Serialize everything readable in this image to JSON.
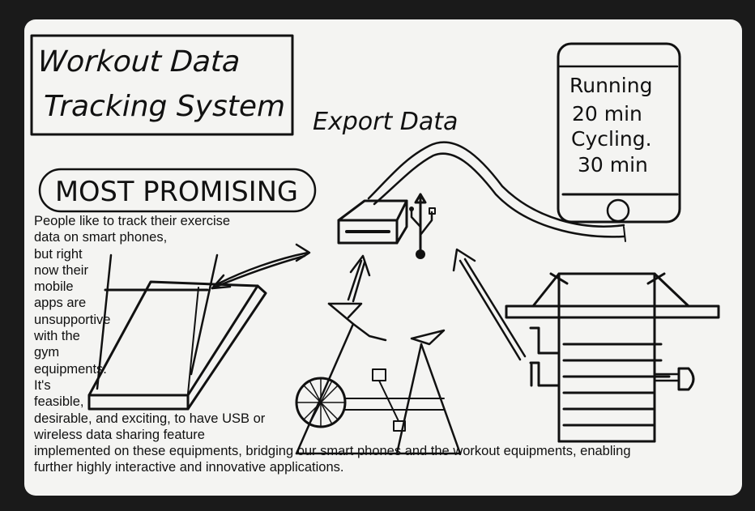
{
  "title": {
    "line1": "Workout Data",
    "line2": "Tracking System"
  },
  "badge": "MOST PROMISING",
  "export_label": "Export Data",
  "phone": {
    "line1": "Running",
    "line2": "20 min",
    "line3": "Cycling.",
    "line4": "30 min"
  },
  "description": [
    "People like to track their exercise",
    "data on smart phones,",
    "but right",
    "now their",
    "mobile",
    "apps are",
    "unsupportive",
    "with the",
    "gym",
    "equipments.",
    "It's",
    "feasible,",
    "desirable, and exciting, to have USB or",
    "wireless data sharing feature",
    "implemented on these equipments, bridging our smart phones and the workout equipments, enabling",
    "further highly interactive and innovative applications."
  ]
}
